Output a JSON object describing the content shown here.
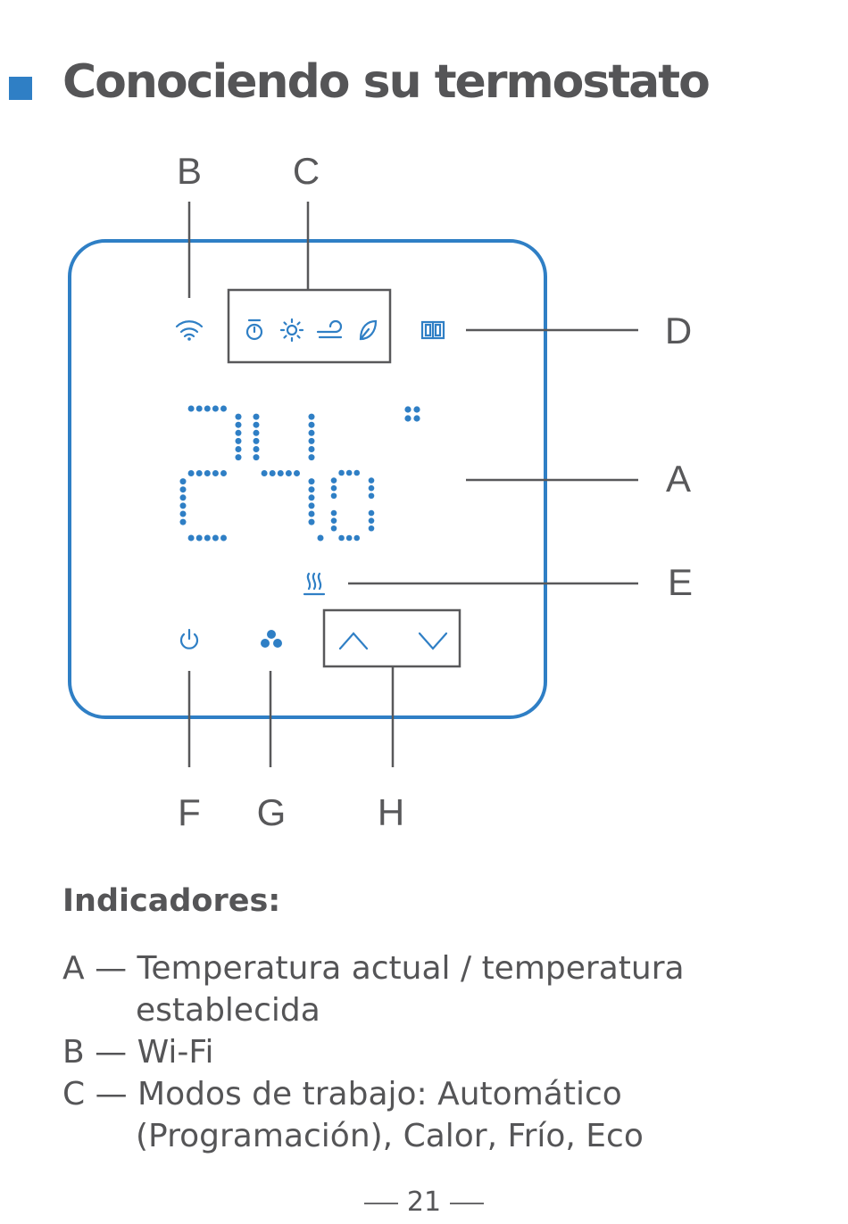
{
  "header": {
    "title": "Conociendo su termostato"
  },
  "colors": {
    "accent": "#2f7fc5",
    "text": "#555557",
    "lines": "#58585a"
  },
  "diagram": {
    "callouts": {
      "a": "A",
      "b": "B",
      "c": "C",
      "d": "D",
      "e": "E",
      "f": "F",
      "g": "G",
      "h": "H"
    },
    "display_reading": "24.0",
    "icons": [
      "wifi-icon",
      "timer-icon",
      "sun-icon",
      "wind-icon",
      "leaf-icon",
      "window-icon",
      "heating-icon",
      "power-icon",
      "fan-icon",
      "up-arrow-icon",
      "down-arrow-icon"
    ]
  },
  "indicators": {
    "heading": "Indicadores:",
    "items": [
      "A — Temperatura actual / temperatura establecida",
      "B — Wi-Fi",
      "C — Modos de trabajo: Automático (Programación), Calor, Frío, Eco"
    ]
  },
  "footer": {
    "page_number": "21"
  }
}
